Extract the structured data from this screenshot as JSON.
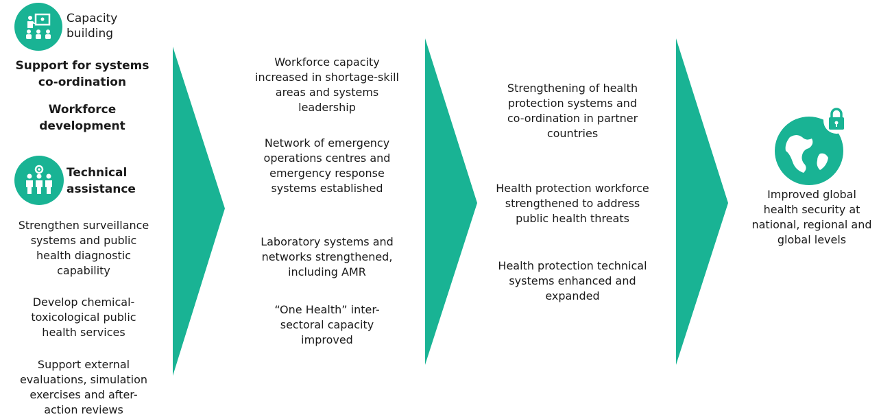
{
  "col1": {
    "capacity_label": "Capacity\nbuilding",
    "support": "Support for systems\nco-ordination",
    "workforce": "Workforce\ndevelopment",
    "technical_label": "Technical\nassistance",
    "items": [
      "Strengthen surveillance\nsystems and public\nhealth diagnostic\ncapability",
      "Develop chemical-\ntoxicological public\nhealth services",
      "Support external\nevaluations, simulation\nexercises and after-\naction reviews"
    ]
  },
  "col2": {
    "items": [
      "Workforce capacity\nincreased in shortage-skill\nareas and systems\nleadership",
      "Network of emergency\noperations centres and\nemergency response\nsystems  established",
      "Laboratory systems and\nnetworks strengthened,\nincluding AMR",
      "“One Health” inter-\nsectoral capacity\nimproved"
    ]
  },
  "col3": {
    "items": [
      "Strengthening of health\nprotection systems and\nco-ordination in partner\ncountries",
      "Health protection workforce\nstrengthened to address\npublic health threats",
      "Health protection technical\nsystems enhanced and\nexpanded"
    ]
  },
  "col4": {
    "outcome": "Improved global\nhealth security at\nnational, regional and\nglobal levels"
  },
  "colors": {
    "accent": "#19b394",
    "text": "#1a1a1a"
  },
  "icons": [
    "presentation-icon",
    "team-gear-icon",
    "globe-lock-icon"
  ]
}
